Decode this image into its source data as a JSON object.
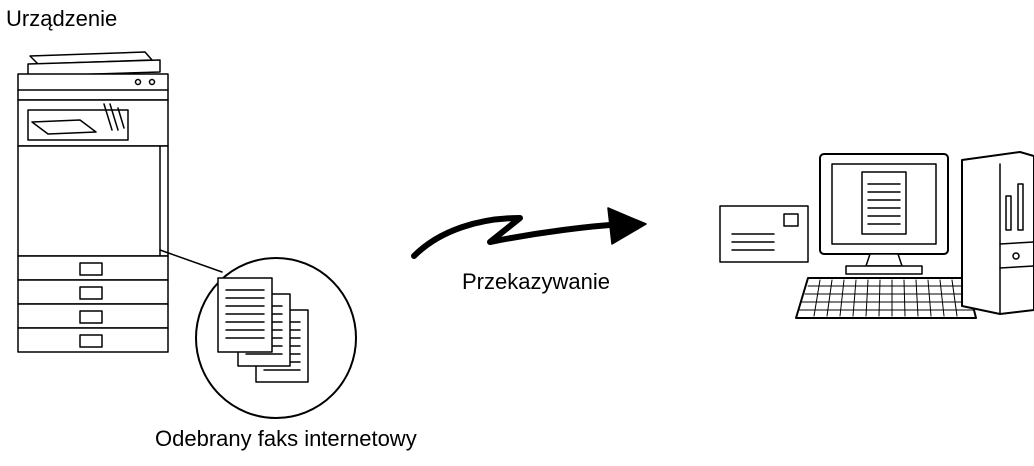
{
  "labels": {
    "device": "Urządzenie",
    "forwarding": "Przekazywanie",
    "received_fax": "Odebrany faks internetowy"
  }
}
